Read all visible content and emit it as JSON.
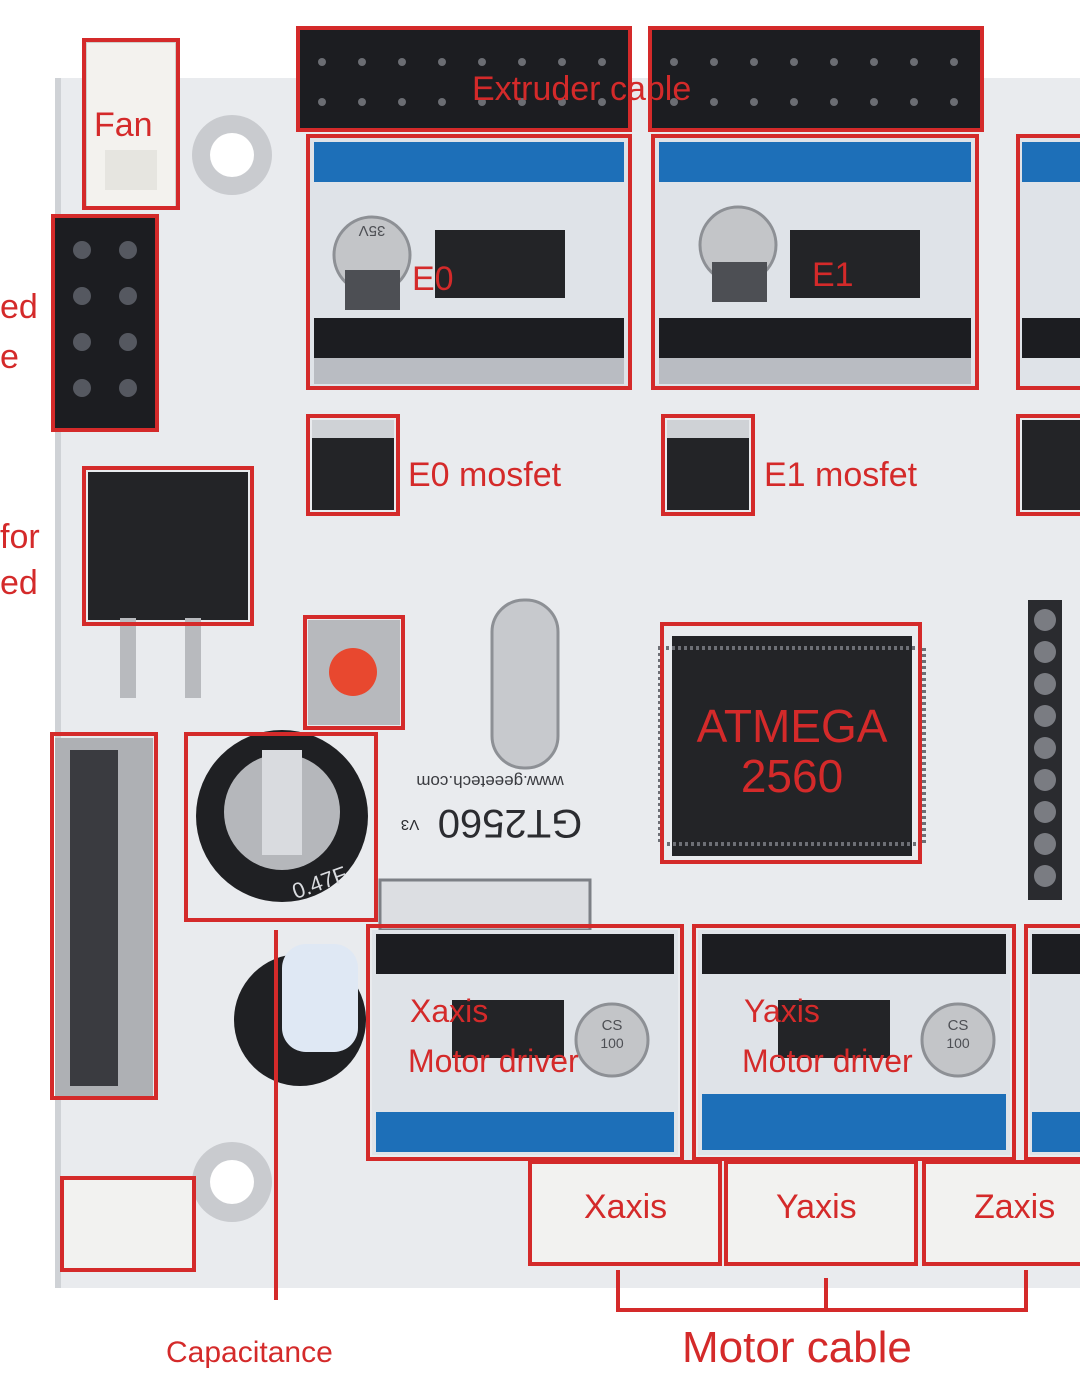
{
  "colors": {
    "annotation": "#d42a2a",
    "board": "#e9ebee",
    "header_black": "#1c1d21",
    "socket_blue": "#1d6fb8",
    "chip": "#232427",
    "connector": "#f2f2f0"
  },
  "labels": {
    "fan": "Fan",
    "extruder_cable": "Extruder cable",
    "e0": "E0",
    "e1": "E1",
    "e0_mosfet": "E0 mosfet",
    "e1_mosfet": "E1 mosfet",
    "atmega": "ATMEGA",
    "atmega_num": "2560",
    "xaxis_driver_1": "Xaxis",
    "xaxis_driver_2": "Motor driver",
    "yaxis_driver_1": "Yaxis",
    "yaxis_driver_2": "Motor driver",
    "xaxis_conn": "Xaxis",
    "yaxis_conn": "Yaxis",
    "zaxis_conn": "Zaxis",
    "motor_cable": "Motor cable",
    "capacitance": "Capacitance",
    "left_ed1": "ed",
    "left_e1": "e",
    "left_for": "for",
    "left_ed2": "ed"
  },
  "silkscreen": {
    "model": "GT2560",
    "version": "V3",
    "url": "www.geeetech.com",
    "cap_value": "0.47F",
    "cap_marking_1": "35V",
    "cap_marking_2": "100",
    "cap_marking_3": "CS"
  }
}
